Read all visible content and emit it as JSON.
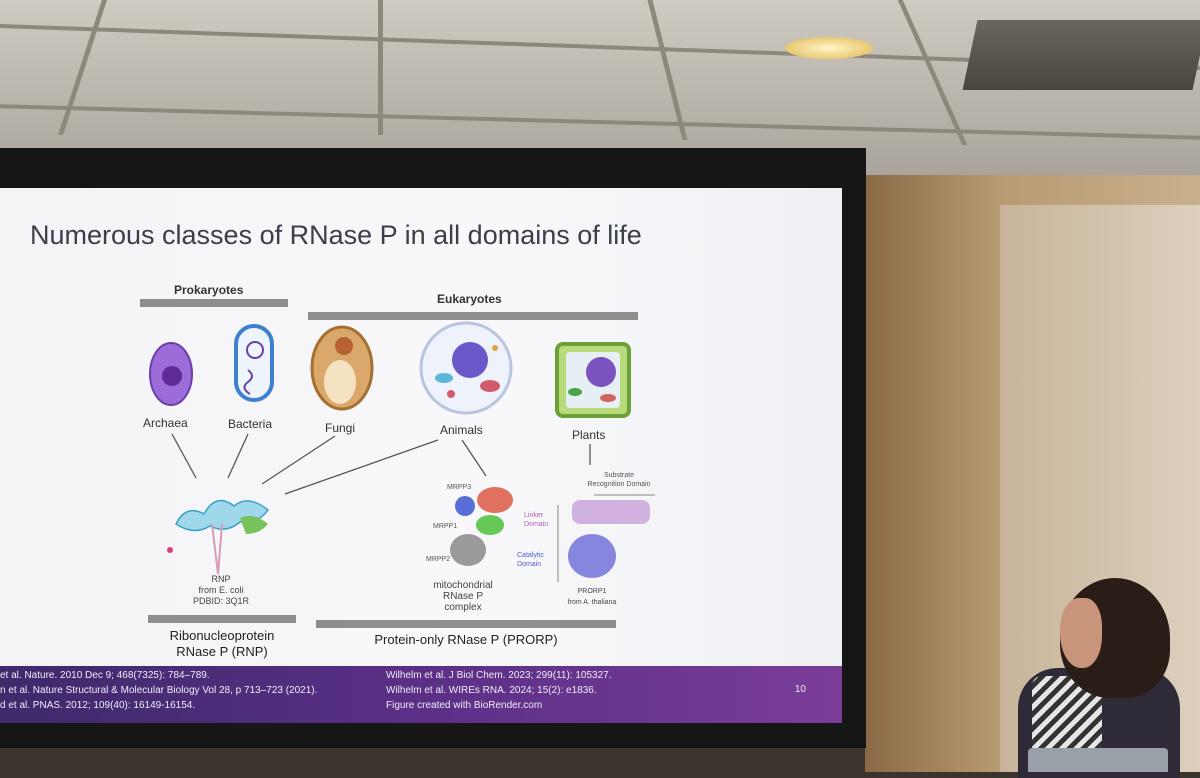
{
  "slide": {
    "title": "Numerous classes of RNase P in all domains of life",
    "groups": {
      "prokaryotes": "Prokaryotes",
      "eukaryotes": "Eukaryotes"
    },
    "organisms": {
      "archaea": "Archaea",
      "bacteria": "Bacteria",
      "fungi": "Fungi",
      "animals": "Animals",
      "plants": "Plants"
    },
    "rnp_caption": [
      "RNP",
      "from E. coli",
      "PDBID: 3Q1R"
    ],
    "mito_caption": [
      "mitochondrial",
      "RNase P",
      "complex"
    ],
    "prorp1_caption": [
      "PRORP1",
      "from A. thaliana"
    ],
    "mrpp_labels": [
      "MRPP3",
      "MRPP1",
      "MRPP2"
    ],
    "domain_labels": {
      "substrate": "Substrate\nRecognition Domain",
      "linker": "Linker\nDomain",
      "catalytic": "Catalytic\nDomain"
    },
    "classes": {
      "rnp": "Ribonucleoprotein\nRNase P (RNP)",
      "prorp": "Protein-only RNase P (PRORP)"
    },
    "references_left": [
      "et al. Nature. 2010 Dec 9; 468(7325): 784–789.",
      "n et al. Nature Structural & Molecular Biology  Vol 28, p 713–723 (2021).",
      "d et al. PNAS. 2012; 109(40): 16149-16154."
    ],
    "references_right": [
      "Wilhelm et al. J Biol Chem. 2023; 299(11): 105327.",
      "Wilhelm et al. WIREs RNA. 2024; 15(2): e1836.",
      "Figure created with BioRender.com"
    ],
    "page_number": "10"
  },
  "colors": {
    "footer_start": "#3d2a6b",
    "footer_end": "#7a3d99",
    "title": "#3b3f4a",
    "group_bar": "#8e8e8e"
  }
}
